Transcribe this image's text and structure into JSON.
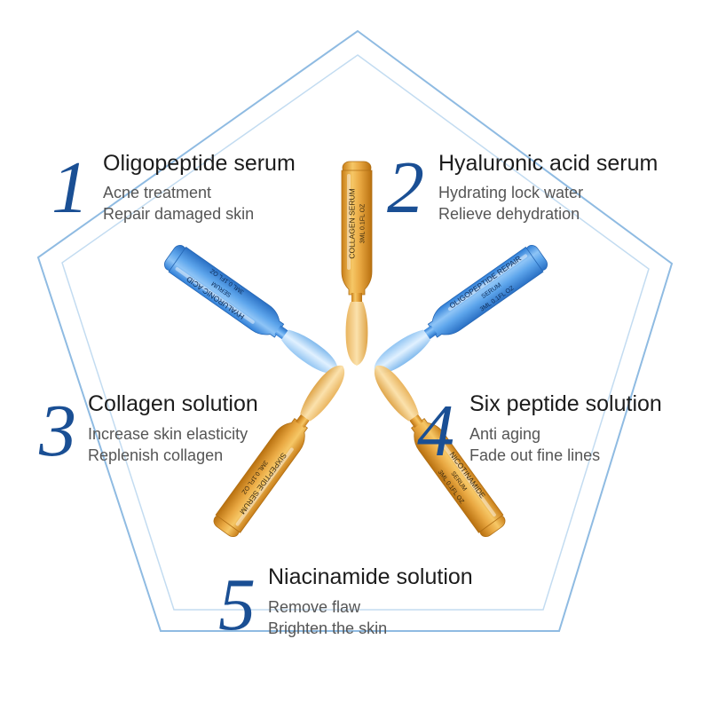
{
  "colors": {
    "frame": "#9ec4e6",
    "number": "#1a4f94",
    "title": "#1c1c1c",
    "description": "#555555",
    "amber_vial": "#e8a53c",
    "blue_vial": "#5ea6ec"
  },
  "items": [
    {
      "number": "1",
      "title": "Oligopeptide serum",
      "line1": "Acne treatment",
      "line2": "Repair damaged skin"
    },
    {
      "number": "2",
      "title": "Hyaluronic acid serum",
      "line1": "Hydrating lock water",
      "line2": "Relieve dehydration"
    },
    {
      "number": "3",
      "title": "Collagen solution",
      "line1": "Increase skin elasticity",
      "line2": "Replenish collagen"
    },
    {
      "number": "4",
      "title": "Six peptide solution",
      "line1": "Anti aging",
      "line2": "Fade out fine lines"
    },
    {
      "number": "5",
      "title": "Niacinamide solution",
      "line1": "Remove flaw",
      "line2": "Brighten the skin"
    }
  ],
  "vials": [
    {
      "label1": "COLLAGEN SERUM",
      "label2": "3ML 0.1FL OZ",
      "color": "amber",
      "direction": "up"
    },
    {
      "label1": "HYALURONIC ACID",
      "label2": "SERUM",
      "label3": "3ML 0.1FL OZ",
      "color": "blue",
      "direction": "upper-left"
    },
    {
      "label1": "OLIGOPEPTIDE REPAIR",
      "label2": "SERUM",
      "label3": "3ML 0.1FL OZ",
      "color": "blue",
      "direction": "upper-right"
    },
    {
      "label1": "SIXPEPTIDE SERUM",
      "label2": "3ML 0.1FL OZ",
      "color": "amber",
      "direction": "lower-left"
    },
    {
      "label1": "NICOTINAMIDE",
      "label2": "SERUM",
      "label3": "3ML 0.1FL OZ",
      "color": "amber",
      "direction": "lower-right"
    }
  ]
}
